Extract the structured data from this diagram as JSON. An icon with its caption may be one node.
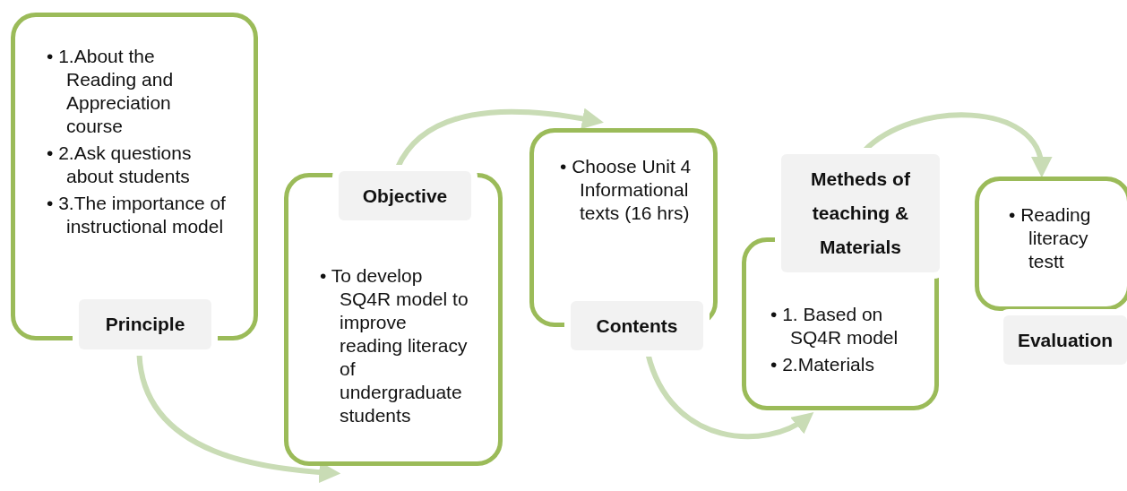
{
  "diagram": {
    "nodes": [
      {
        "text": [
          "• 1.About the Reading and Appreciation course",
          "• 2.Ask questions about students",
          "• 3.The importance of instructional model",
          "Principle"
        ]
      },
      {
        "text": [
          "Objective",
          "• To develop SQ4R model to improve reading literacy of undergraduate students"
        ]
      },
      {
        "text": [
          "• Choose Unit 4 Informational texts (16 hrs)",
          "Contents"
        ]
      },
      {
        "text": [
          "Metheds of teaching & Materials",
          "• 1. Based on SQ4R model",
          "• 2.Materials"
        ]
      },
      {
        "text": [
          "• Reading literacy testt",
          "Evaluation"
        ]
      }
    ],
    "edges": [
      {
        "from": 0,
        "to": 1,
        "arrow": "to"
      },
      {
        "from": 1,
        "to": 2,
        "arrow": "to"
      },
      {
        "from": 2,
        "to": 3,
        "arrow": "to"
      },
      {
        "from": 3,
        "to": 4,
        "arrow": "to"
      }
    ]
  }
}
